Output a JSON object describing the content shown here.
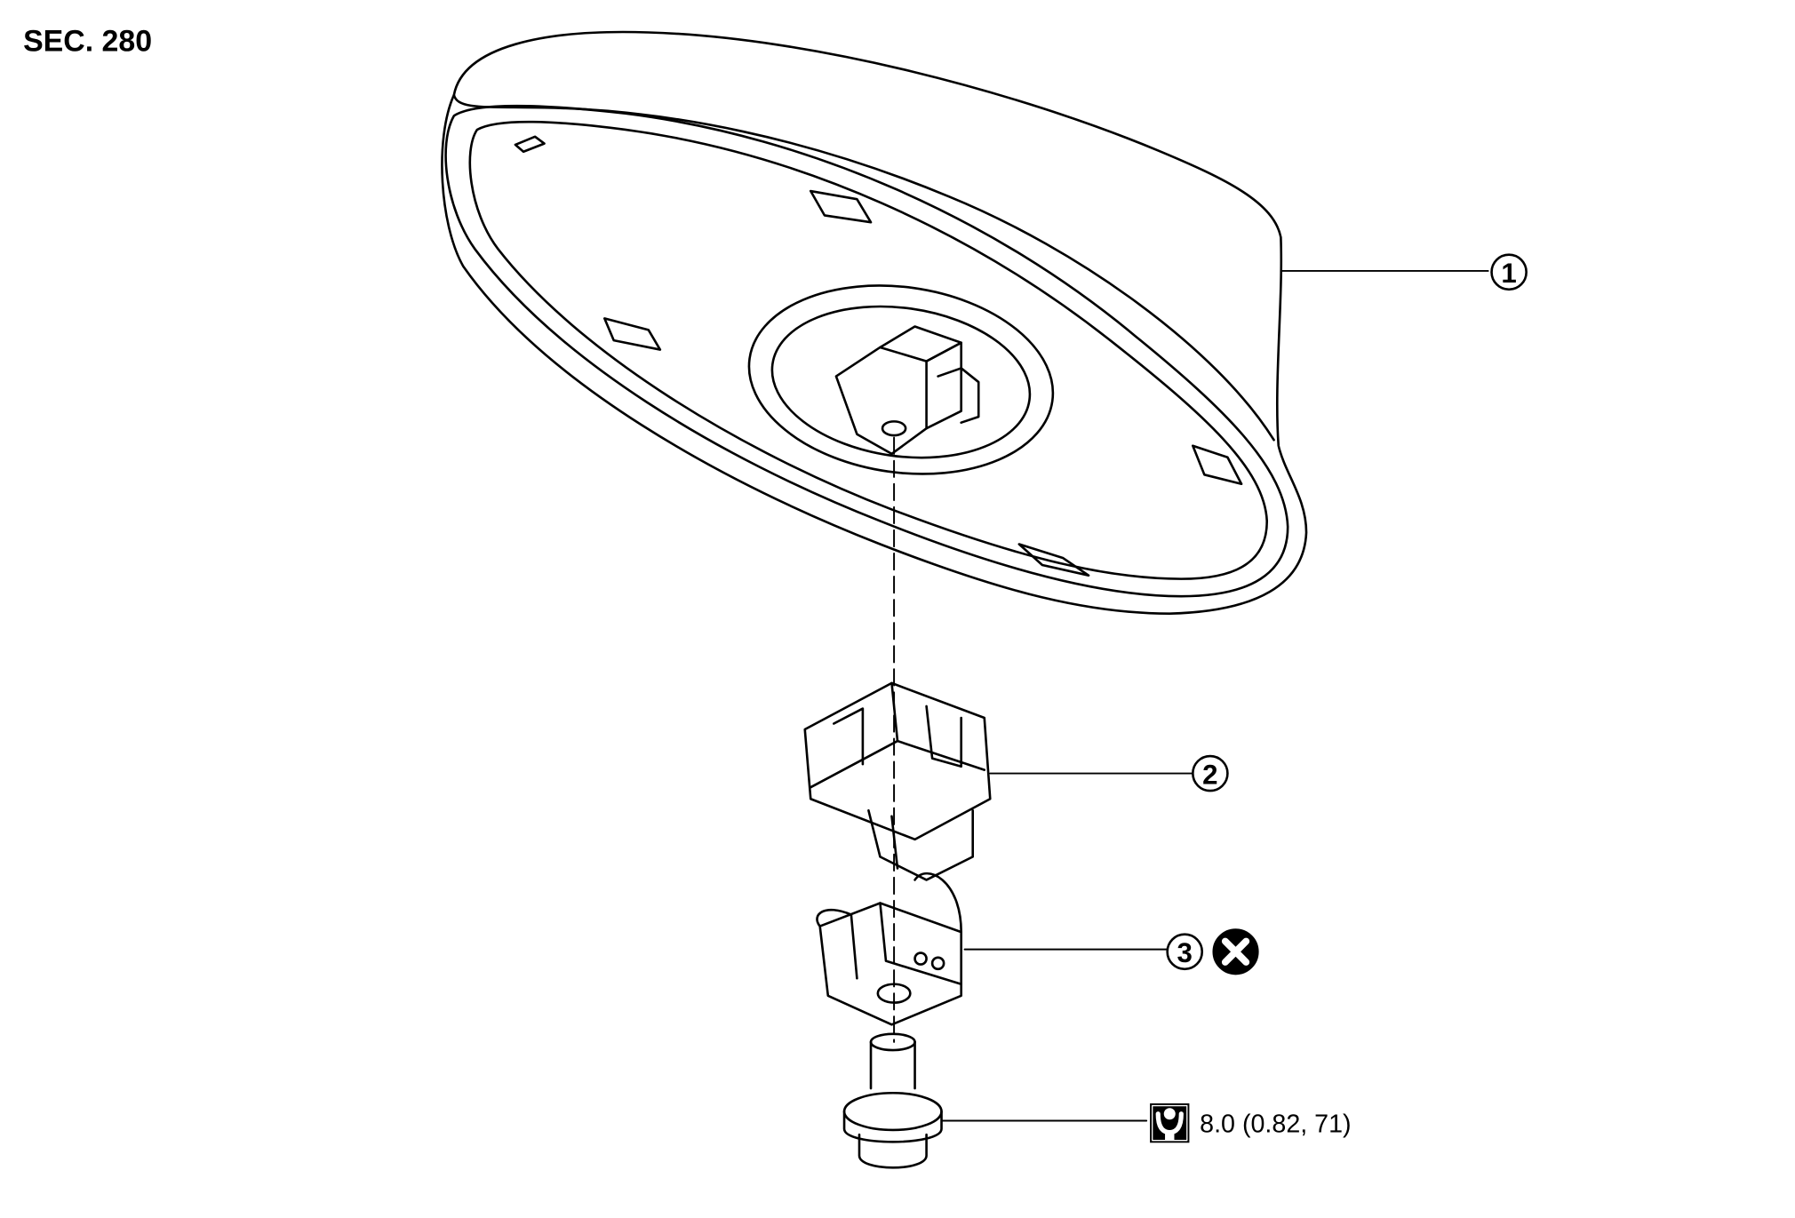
{
  "section": {
    "label": "SEC. 280"
  },
  "callouts": [
    {
      "number": "1",
      "part": "antenna-base"
    },
    {
      "number": "2",
      "part": "clip"
    },
    {
      "number": "3",
      "part": "nut-clip",
      "note_icon": "do-not-reuse-icon"
    }
  ],
  "torque": {
    "icon": "torque-wrench-icon",
    "value": "8.0 (0.82, 71)"
  },
  "colors": {
    "ink": "#000000",
    "background": "#ffffff"
  }
}
